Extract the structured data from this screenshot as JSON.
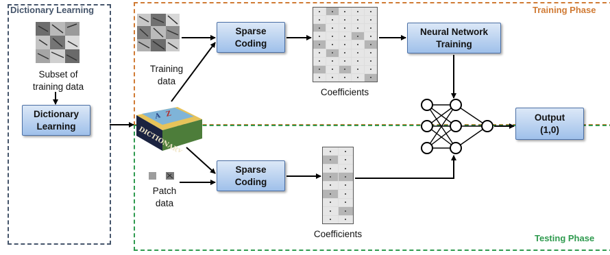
{
  "phases": {
    "dictionary_learning": {
      "label": "Dictionary Learning",
      "color": "#44546a"
    },
    "training": {
      "label": "Training Phase",
      "color": "#d07a33"
    },
    "testing": {
      "label": "Testing Phase",
      "color": "#2e9a4e"
    }
  },
  "dictionary_section": {
    "subset_caption": "Subset of\ntraining data",
    "box_label": "Dictionary\nLearning"
  },
  "book": {
    "title": "DICTIONARY"
  },
  "training_section": {
    "data_caption": "Training\ndata",
    "sparse_box": "Sparse\nCoding",
    "coefficients_caption": "Coefficients",
    "nn_box": "Neural Network\nTraining"
  },
  "testing_section": {
    "data_caption": "Patch\ndata",
    "sparse_box": "Sparse\nCoding",
    "coefficients_caption": "Coefficients"
  },
  "output_box": "Output\n(1,0)",
  "colors": {
    "box_border": "#4a6fa5",
    "box_fill_top": "#dce8f7",
    "box_fill_bottom": "#9fc0ea"
  }
}
